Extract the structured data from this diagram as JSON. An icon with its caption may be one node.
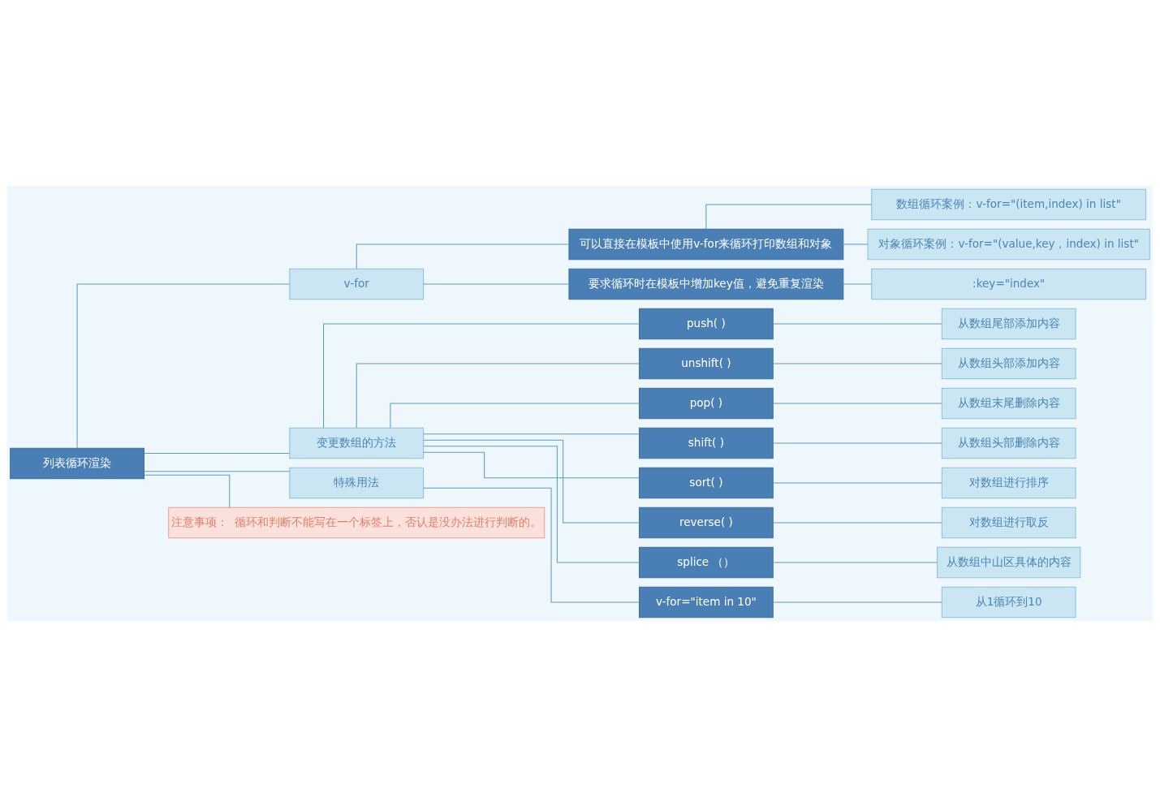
{
  "diagram": {
    "nodes": [
      {
        "text": [
          "列表循环渲染"
        ]
      },
      {
        "text": [
          "v-for"
        ]
      },
      {
        "text": [
          "可以直接在模板中使用v-for来循环打印数组和对象"
        ]
      },
      {
        "text": [
          "数组循环案例：v-for=\"(item,index) in list\""
        ]
      },
      {
        "text": [
          "对象循环案例：v-for=\"(value,key，index) in list\""
        ]
      },
      {
        "text": [
          "要求循环时在模板中增加key值，避免重复渲染"
        ]
      },
      {
        "text": [
          ":key=\"index\""
        ]
      },
      {
        "text": [
          "变更数组的方法"
        ]
      },
      {
        "text": [
          "push( )"
        ]
      },
      {
        "text": [
          "从数组尾部添加内容"
        ]
      },
      {
        "text": [
          "unshift( )"
        ]
      },
      {
        "text": [
          "从数组头部添加内容"
        ]
      },
      {
        "text": [
          "pop( )"
        ]
      },
      {
        "text": [
          "从数组末尾删除内容"
        ]
      },
      {
        "text": [
          "shift( )"
        ]
      },
      {
        "text": [
          "从数组头部删除内容"
        ]
      },
      {
        "text": [
          "sort( )"
        ]
      },
      {
        "text": [
          "对数组进行排序"
        ]
      },
      {
        "text": [
          "reverse( )"
        ]
      },
      {
        "text": [
          "对数组进行取反"
        ]
      },
      {
        "text": [
          "splice （）"
        ]
      },
      {
        "text": [
          "从数组中山区具体的内容"
        ]
      },
      {
        "text": [
          "特殊用法"
        ]
      },
      {
        "text": [
          "v-for=\"item in 10\""
        ]
      },
      {
        "text": [
          "从1循环到10"
        ]
      },
      {
        "text": [
          "注意事项：  循环和判断不能写在一个标签上，否认是没办法进行判断的。"
        ]
      }
    ],
    "edges": [
      {
        "from": 0,
        "to": 1,
        "arrow": "none"
      },
      {
        "from": 1,
        "to": 2,
        "arrow": "none"
      },
      {
        "from": 2,
        "to": 3,
        "arrow": "none"
      },
      {
        "from": 2,
        "to": 4,
        "arrow": "none"
      },
      {
        "from": 1,
        "to": 5,
        "arrow": "none"
      },
      {
        "from": 5,
        "to": 6,
        "arrow": "none"
      },
      {
        "from": 0,
        "to": 7,
        "arrow": "none"
      },
      {
        "from": 7,
        "to": 8,
        "arrow": "none"
      },
      {
        "from": 8,
        "to": 9,
        "arrow": "none"
      },
      {
        "from": 7,
        "to": 10,
        "arrow": "none"
      },
      {
        "from": 10,
        "to": 11,
        "arrow": "none"
      },
      {
        "from": 7,
        "to": 12,
        "arrow": "none"
      },
      {
        "from": 12,
        "to": 13,
        "arrow": "none"
      },
      {
        "from": 7,
        "to": 14,
        "arrow": "none"
      },
      {
        "from": 14,
        "to": 15,
        "arrow": "none"
      },
      {
        "from": 7,
        "to": 16,
        "arrow": "none"
      },
      {
        "from": 16,
        "to": 17,
        "arrow": "none"
      },
      {
        "from": 7,
        "to": 18,
        "arrow": "none"
      },
      {
        "from": 18,
        "to": 19,
        "arrow": "none"
      },
      {
        "from": 7,
        "to": 20,
        "arrow": "none"
      },
      {
        "from": 20,
        "to": 21,
        "arrow": "none"
      },
      {
        "from": 0,
        "to": 22,
        "arrow": "none"
      },
      {
        "from": 22,
        "to": 23,
        "arrow": "none"
      },
      {
        "from": 23,
        "to": 24,
        "arrow": "none"
      },
      {
        "from": 0,
        "to": 25,
        "arrow": "none"
      }
    ]
  }
}
